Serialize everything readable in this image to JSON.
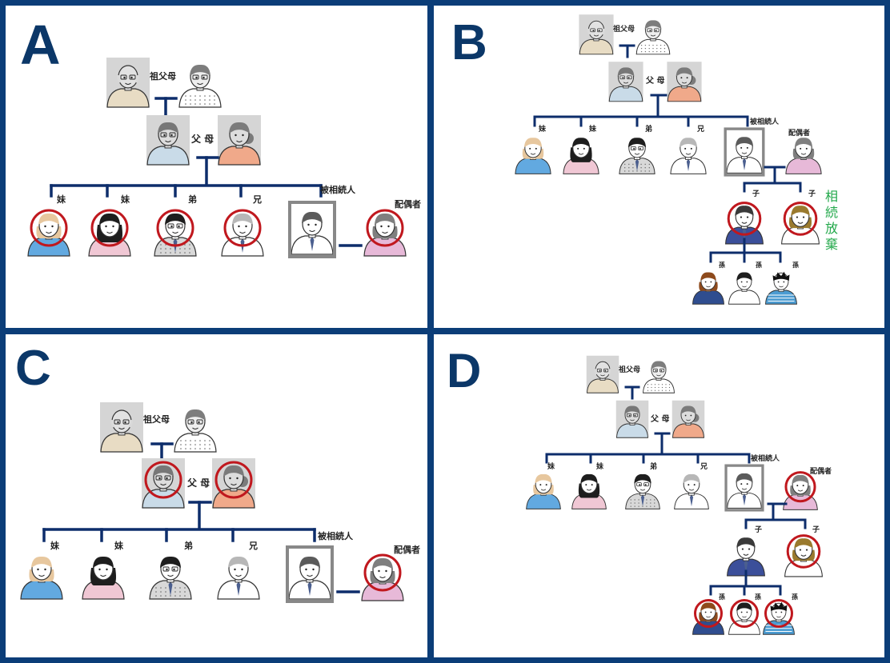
{
  "colors": {
    "frame": "#0b3d78",
    "panel_letter": "#0b3768",
    "tree_line": "#0d2d6b",
    "highlight_circle": "#c0181e",
    "deceased_frame": "#888888",
    "rejection_text": "#22a84a"
  },
  "labels": {
    "grandparents": "祖父母",
    "parents": "父 母",
    "younger_sister": "妹",
    "younger_brother": "弟",
    "older_brother": "兄",
    "decedent": "被相続人",
    "spouse": "配偶者",
    "child": "子",
    "grandchild": "孫",
    "renunciation": "相続放棄"
  },
  "panels": [
    {
      "letter": "A",
      "heirs": [
        "sister1",
        "sister2",
        "brother",
        "older_brother",
        "spouse"
      ]
    },
    {
      "letter": "B",
      "heirs": [
        "child1",
        "child2"
      ],
      "renounced": [
        "child2"
      ]
    },
    {
      "letter": "C",
      "heirs": [
        "father",
        "mother",
        "spouse"
      ]
    },
    {
      "letter": "D",
      "heirs": [
        "spouse",
        "child2",
        "grandchild1",
        "grandchild2",
        "grandchild3"
      ]
    }
  ]
}
